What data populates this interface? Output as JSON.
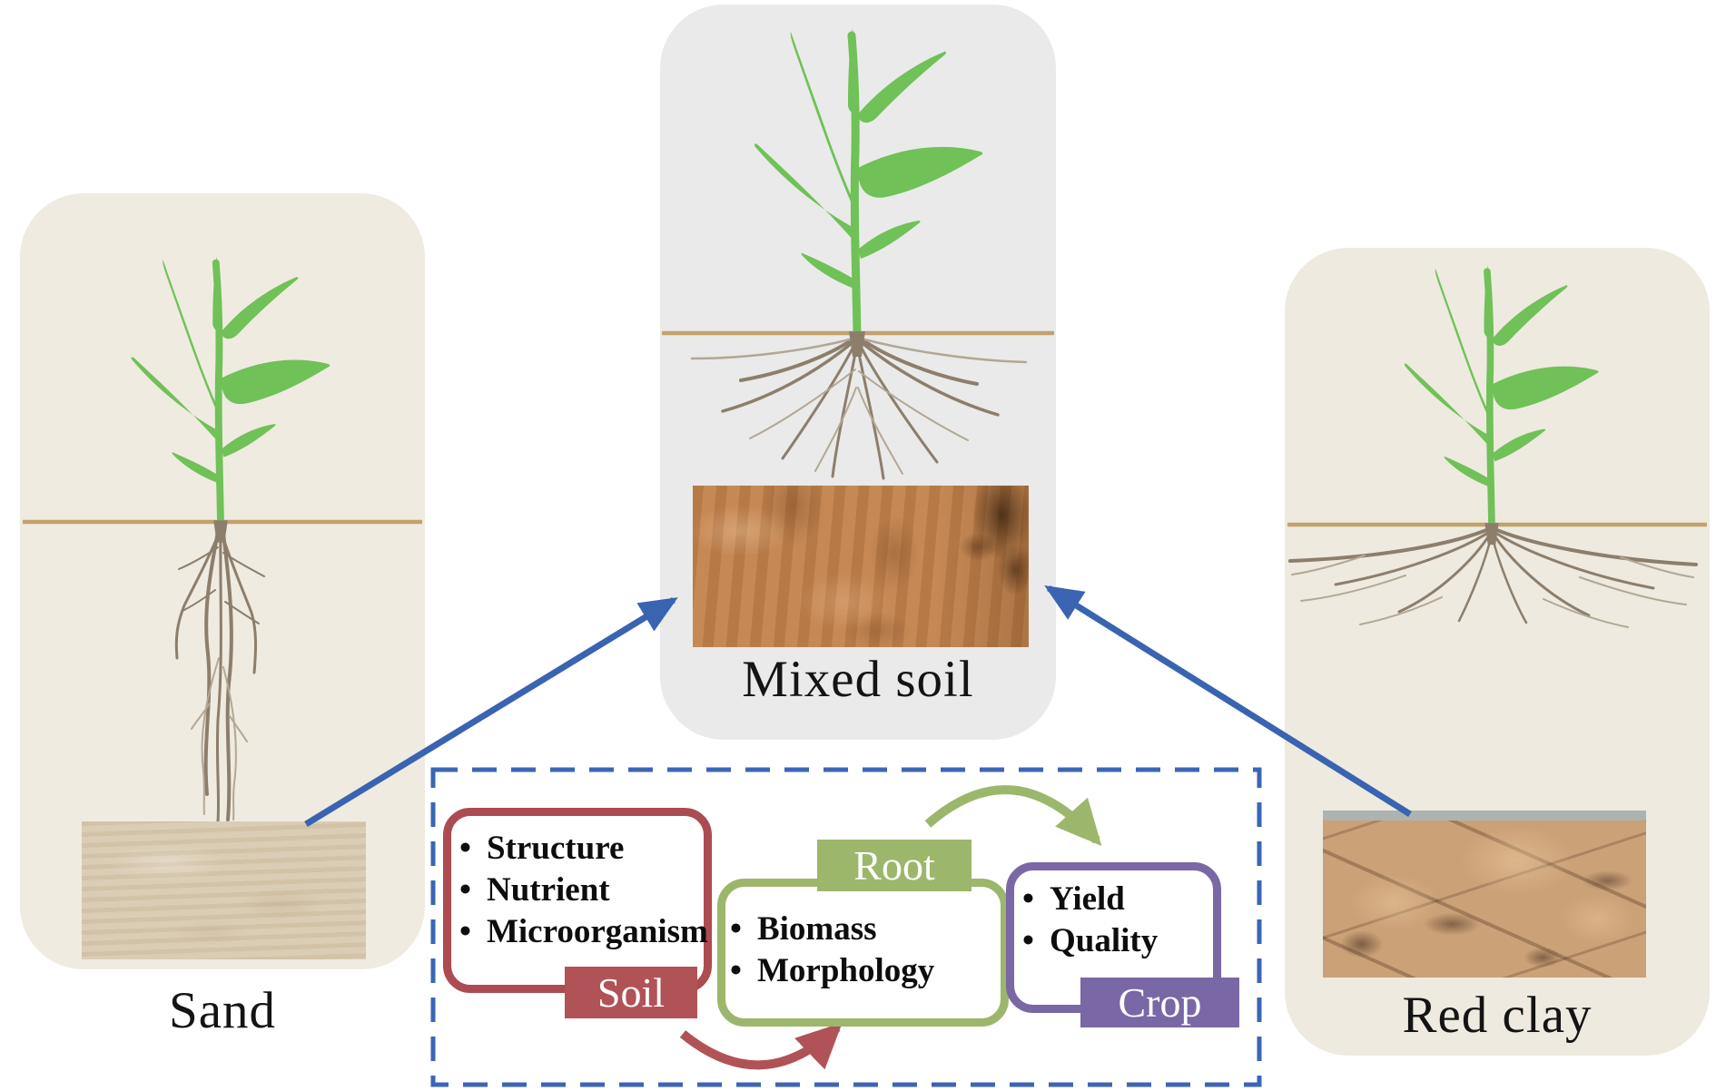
{
  "figure": {
    "panels": {
      "sand": {
        "caption": "Sand"
      },
      "mixed": {
        "caption": "Mixed soil"
      },
      "clay": {
        "caption": "Red clay"
      }
    },
    "flowchart": {
      "bullet_char": "•",
      "soil_box": {
        "label": "Soil",
        "items": [
          "Structure",
          "Nutrient",
          "Microorganism"
        ]
      },
      "root_box": {
        "label": "Root",
        "items": [
          "Biomass",
          "Morphology"
        ]
      },
      "crop_box": {
        "label": "Crop",
        "items": [
          "Yield",
          "Quality"
        ]
      }
    },
    "colors": {
      "soil_red": "#AC4B51",
      "root_green": "#9CB76B",
      "crop_purple": "#7A67A5",
      "arrow_blue": "#3A63B1",
      "plant_green": "#70C158",
      "root_brown": "#8D7E6C",
      "soil_line_tan": "#C2A26B",
      "panel_beige": "#EFEBE1",
      "panel_gray": "#EAEAEA"
    }
  }
}
